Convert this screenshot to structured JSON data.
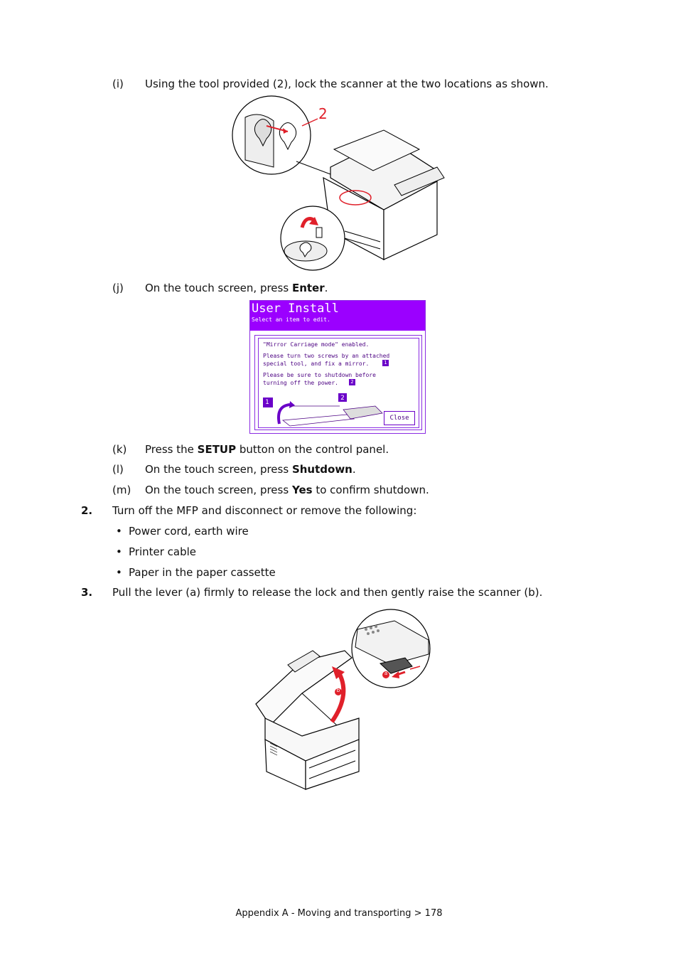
{
  "steps": {
    "i": {
      "label": "(i)",
      "text": "Using the tool provided (2), lock the scanner at the two locations as shown."
    },
    "j": {
      "label": "(j)",
      "pre": "On the touch screen, press ",
      "bold": "Enter",
      "post": "."
    },
    "k": {
      "label": "(k)",
      "pre": "Press the ",
      "bold": "SETUP",
      "post": " button on the control panel."
    },
    "l": {
      "label": "(l)",
      "pre": "On the touch screen, press ",
      "bold": "Shutdown",
      "post": "."
    },
    "m": {
      "label": "(m)",
      "pre": "On the touch screen, press ",
      "bold": "Yes",
      "post": " to confirm shutdown."
    }
  },
  "item2": {
    "num": "2.",
    "text": "Turn off the MFP and disconnect or remove the following:"
  },
  "bullets": [
    "Power cord, earth wire",
    "Printer cable",
    "Paper in the paper cassette"
  ],
  "item3": {
    "num": "3.",
    "text": "Pull the lever (a) firmly to release the lock and then gently raise the scanner (b)."
  },
  "figure1": {
    "callout": "2"
  },
  "lcd": {
    "title": "User Install",
    "subtitle": "Select an item to edit.",
    "line1": "\"Mirror Carriage mode\" enabled.",
    "line2": "Please turn two screws by an attached",
    "line3": "special tool, and fix a mirror.",
    "line4": "Please be sure to shutdown before",
    "line5": "turning off the power.",
    "badge1": "1",
    "badge2": "2",
    "close": "Close",
    "colors": {
      "header": "#9b00ff",
      "border": "#8a2be2"
    }
  },
  "figure3": {
    "label_a": "a",
    "label_b": "b",
    "accent": "#e0202a"
  },
  "footer": "Appendix A - Moving and transporting > 178"
}
